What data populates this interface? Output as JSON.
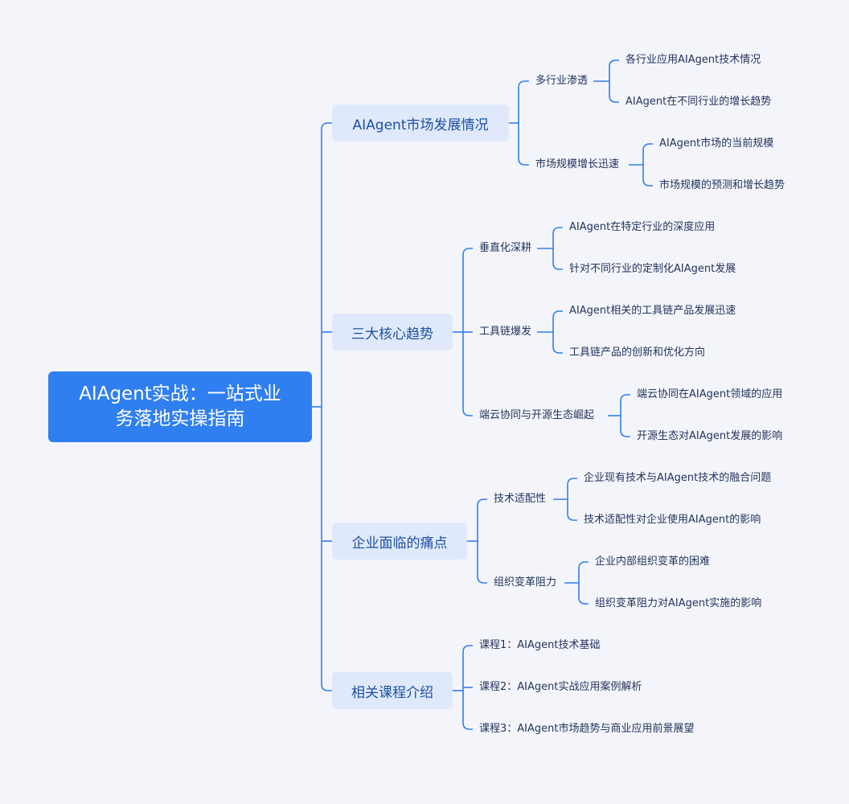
{
  "root": {
    "title": "AIAgent实战：一站式业务落地实操指南"
  },
  "branches": [
    {
      "label": "AIAgent市场发展情况",
      "children": [
        {
          "label": "多行业渗透",
          "children": [
            "各行业应用AIAgent技术情况",
            "AIAgent在不同行业的增长趋势"
          ]
        },
        {
          "label": "市场规模增长迅速",
          "children": [
            "AIAgent市场的当前规模",
            "市场规模的预测和增长趋势"
          ]
        }
      ]
    },
    {
      "label": "三大核心趋势",
      "children": [
        {
          "label": "垂直化深耕",
          "children": [
            "AIAgent在特定行业的深度应用",
            "针对不同行业的定制化AIAgent发展"
          ]
        },
        {
          "label": "工具链爆发",
          "children": [
            "AIAgent相关的工具链产品发展迅速",
            "工具链产品的创新和优化方向"
          ]
        },
        {
          "label": "端云协同与开源生态崛起",
          "children": [
            "端云协同在AIAgent领域的应用",
            "开源生态对AIAgent发展的影响"
          ]
        }
      ]
    },
    {
      "label": "企业面临的痛点",
      "children": [
        {
          "label": "技术适配性",
          "children": [
            "企业现有技术与AIAgent技术的融合问题",
            "技术适配性对企业使用AIAgent的影响"
          ]
        },
        {
          "label": "组织变革阻力",
          "children": [
            "企业内部组织变革的困难",
            "组织变革阻力对AIAgent实施的影响"
          ]
        }
      ]
    },
    {
      "label": "相关课程介绍",
      "children": [
        {
          "label": "课程1：AIAgent技术基础"
        },
        {
          "label": "课程2：AIAgent实战应用案例解析"
        },
        {
          "label": "课程3：AIAgent市场趋势与商业应用前景展望"
        }
      ]
    }
  ],
  "colors": {
    "line": "#2f7ff0",
    "root_bg": "#2f7ff0",
    "branch_bg": "#dfe9fb",
    "text": "#22345c",
    "background": "#f4f5fb"
  }
}
